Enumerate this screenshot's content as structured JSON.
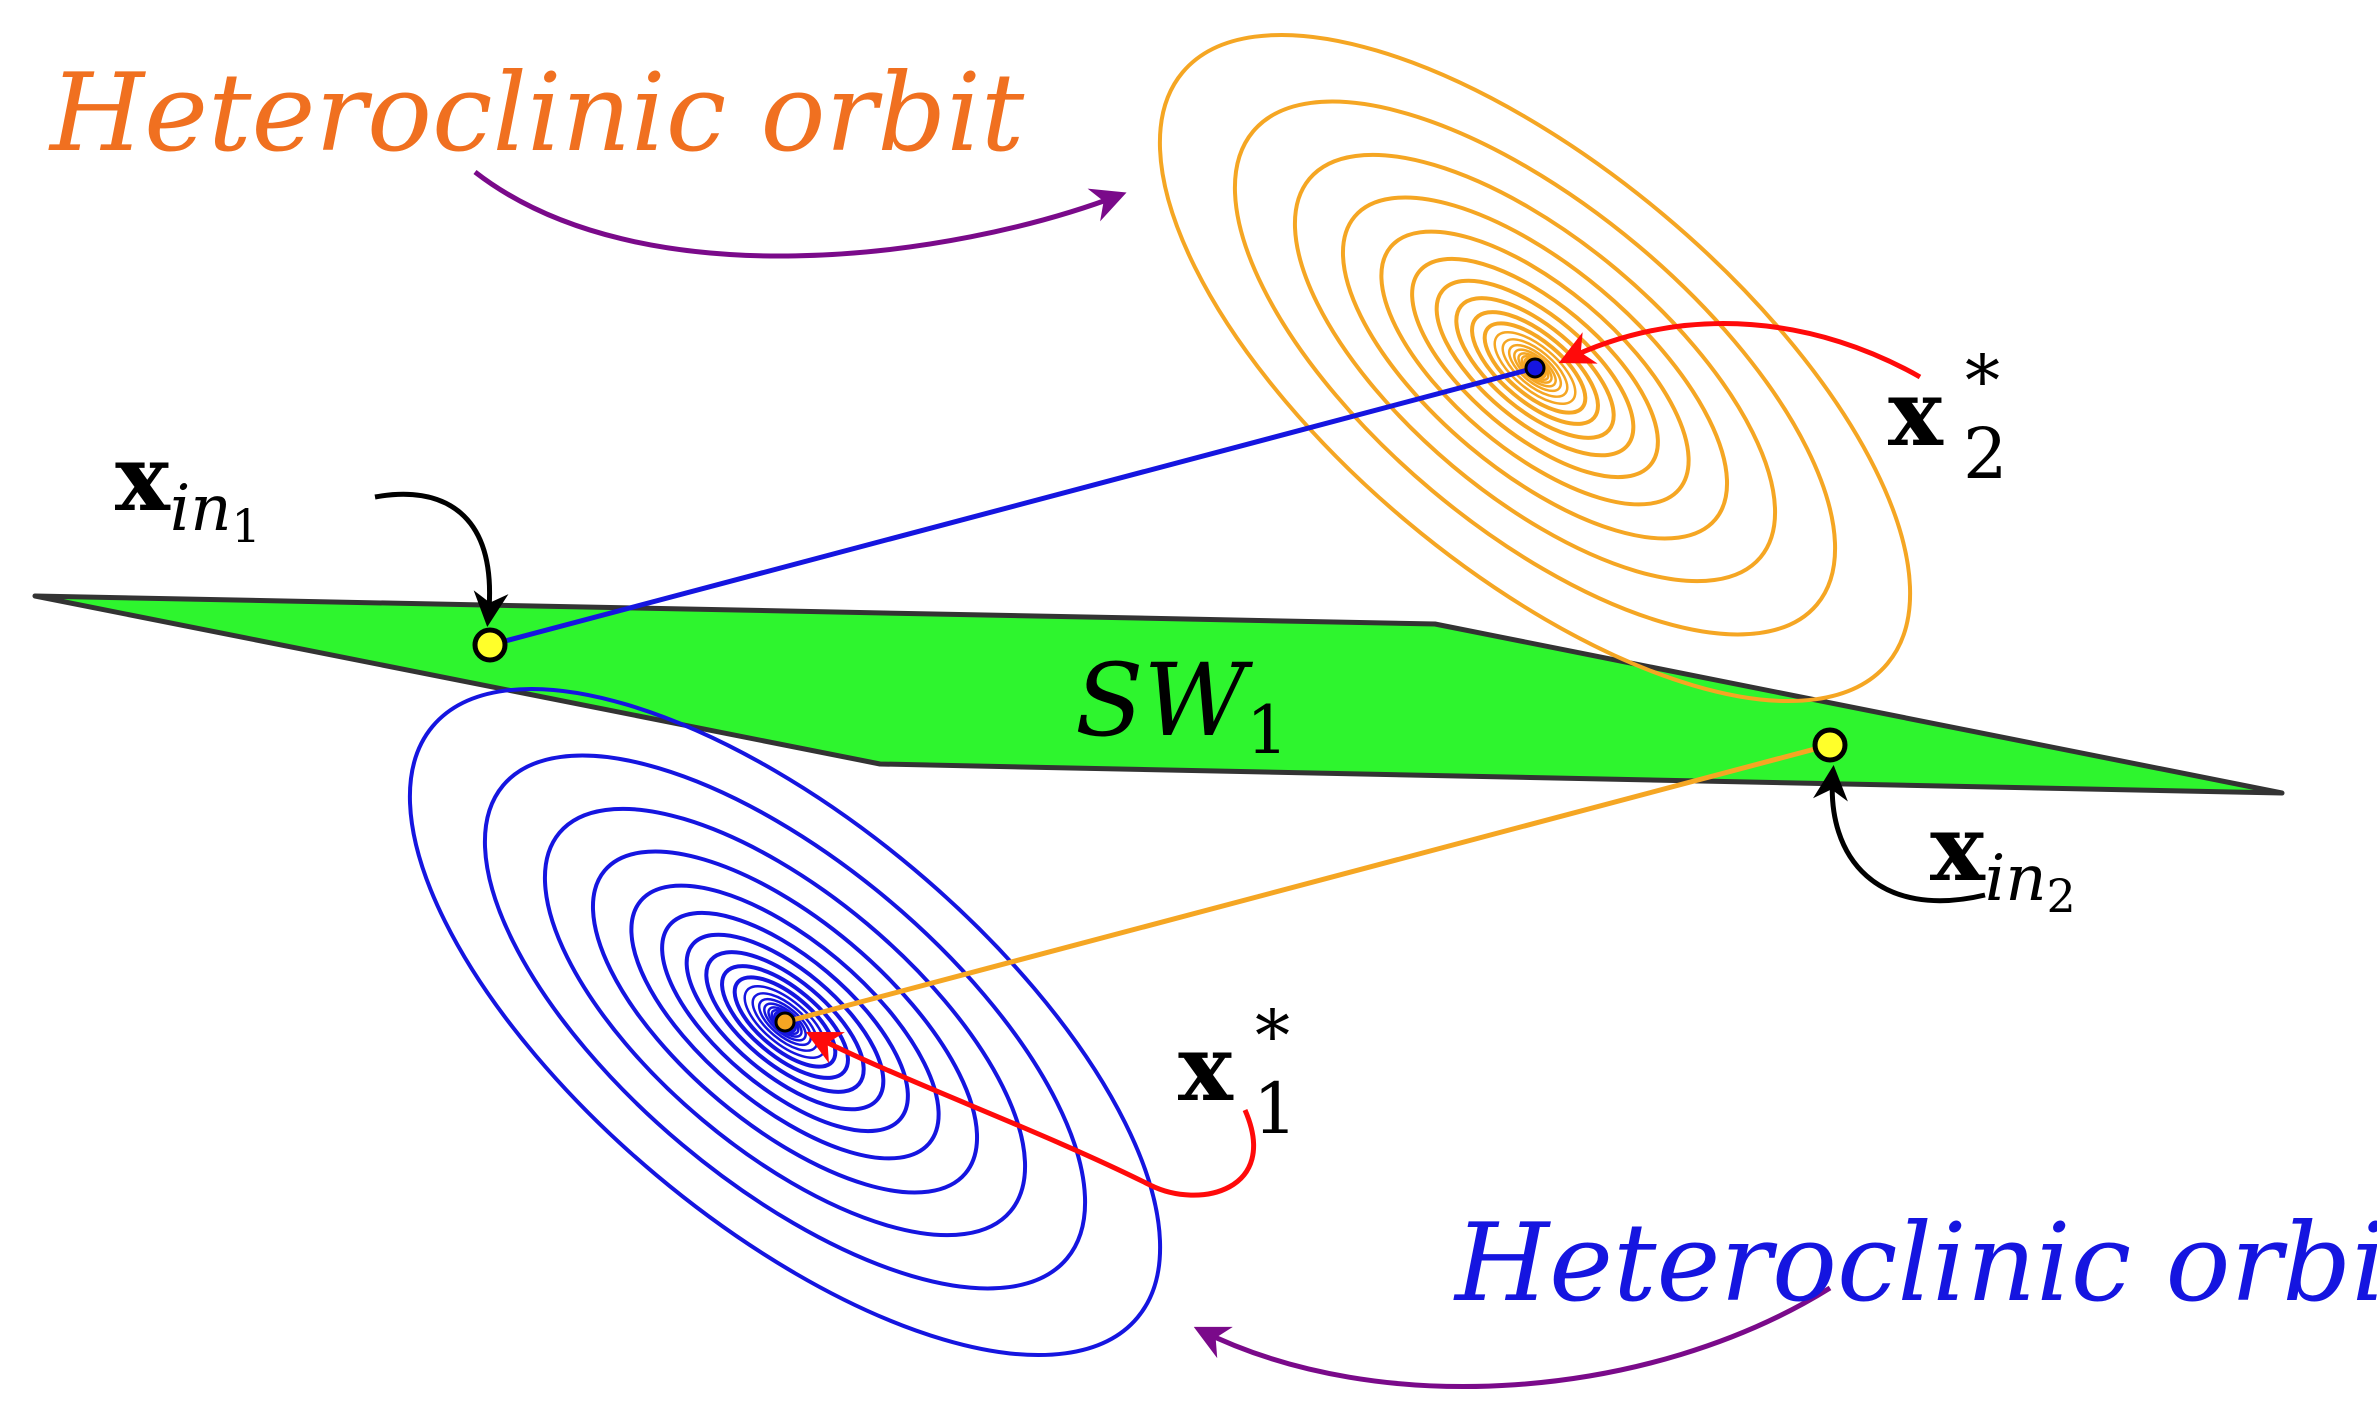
{
  "labels": {
    "orbit_top": "Heteroclinic orbit",
    "orbit_bottom": "Heteroclinic orbit",
    "plane": {
      "main": "SW",
      "sub": "1"
    },
    "x_in_1": {
      "main": "x",
      "sub": "in",
      "subsub": "1"
    },
    "x_in_2": {
      "main": "x",
      "sub": "in",
      "subsub": "2"
    },
    "x_star_1": {
      "main": "x",
      "sup": "*",
      "sub": "1"
    },
    "x_star_2": {
      "main": "x",
      "sup": "*",
      "sub": "2"
    }
  },
  "colors": {
    "orbit_top": "#f5a623",
    "orbit_top_label": "#f07020",
    "orbit_bottom": "#1515e0",
    "orbit_bottom_label": "#1515e0",
    "plane_fill": "#2ef52e",
    "plane_edge": "#333333",
    "point_fill": "#ffff2a",
    "arrow_purple": "#7a0a8a",
    "arrow_red": "#ff0a0a",
    "arrow_black": "#000000"
  }
}
